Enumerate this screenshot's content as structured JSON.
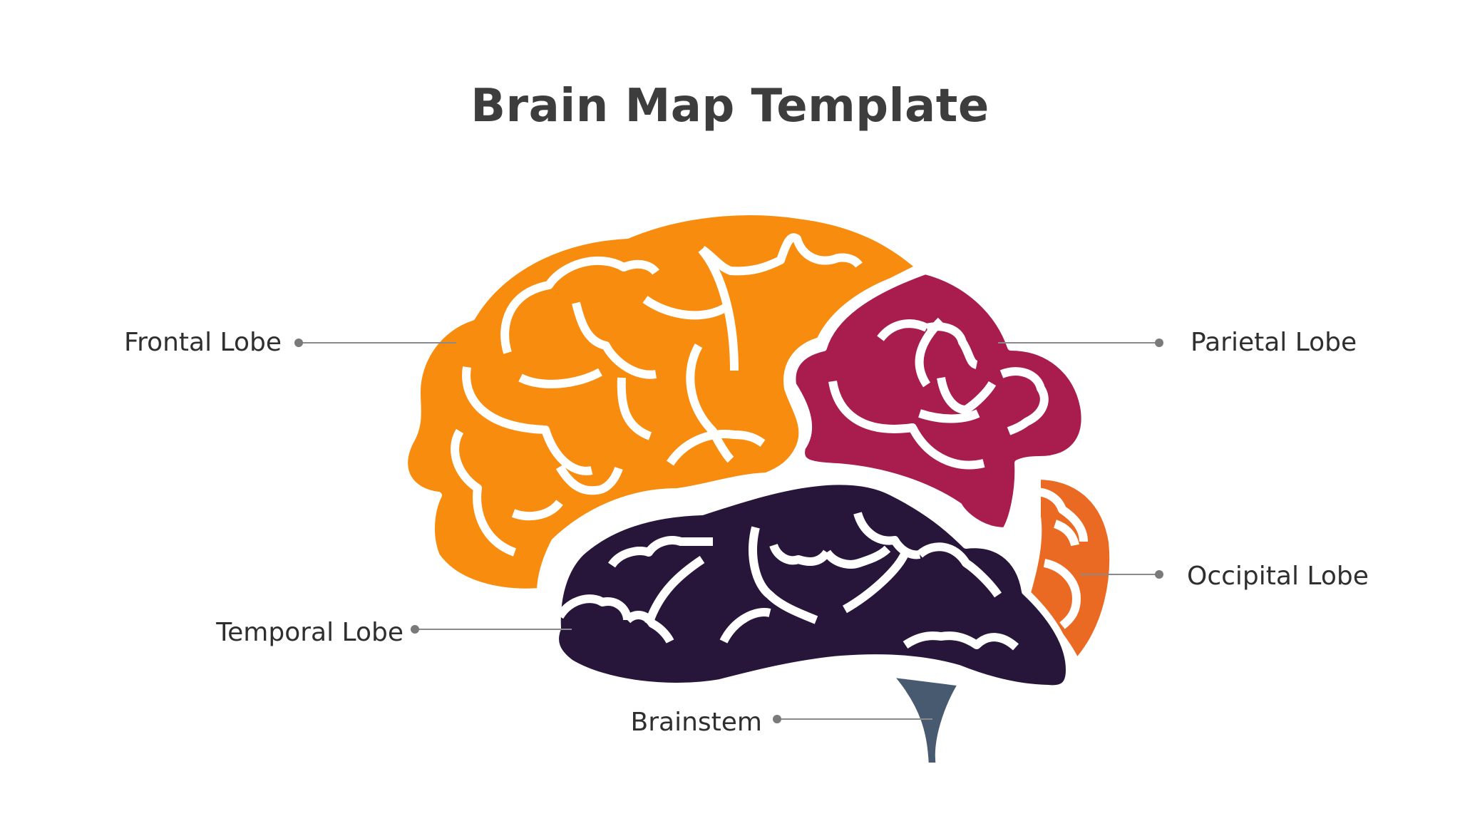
{
  "title": "Brain Map Template",
  "lobes": {
    "frontal": {
      "label": "Frontal Lobe",
      "color": "#F88C0E"
    },
    "parietal": {
      "label": "Parietal Lobe",
      "color": "#A91C4E"
    },
    "occipital": {
      "label": "Occipital Lobe",
      "color": "#EB6A23"
    },
    "temporal": {
      "label": "Temporal Lobe",
      "color": "#27163A"
    },
    "brainstem": {
      "label": "Brainstem",
      "color": "#475A70"
    }
  },
  "colors": {
    "title": "#3D3D3D",
    "label_text": "#2F2F2F",
    "leader_line": "#8A8A8A",
    "leader_dot": "#7A7A7A",
    "gyri": "#FFFFFF"
  }
}
